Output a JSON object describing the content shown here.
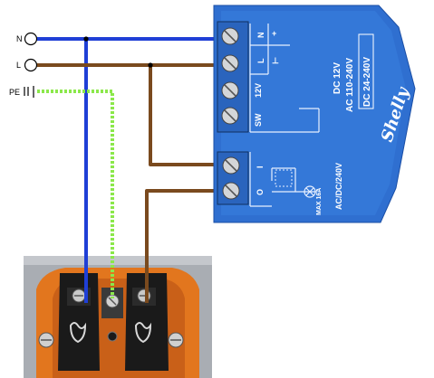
{
  "terminals_left": {
    "neutral": "N",
    "line": "L",
    "protective_earth": "PE"
  },
  "relay": {
    "brand": "Shelly",
    "terminal_labels": {
      "n": "N",
      "l": "L",
      "sw": "SW",
      "v12": "12V",
      "o": "O",
      "i": "I"
    },
    "polarity": {
      "plus": "+",
      "minus": "⊥"
    },
    "power_ratings": [
      "DC 12V",
      "AC 110-240V"
    ],
    "dc_rating_boxed": "DC 24-240V",
    "output_rating": "AC/DC/240V",
    "max_current": "MAX 16A"
  },
  "colors": {
    "neutral_wire": "#1f3fd6",
    "line_wire": "#7a4a1e",
    "earth_wire": "#8be84a",
    "relay_body": "#2f6fd0",
    "socket_insert": "#e2761e",
    "socket_plate": "#a9adb3"
  }
}
